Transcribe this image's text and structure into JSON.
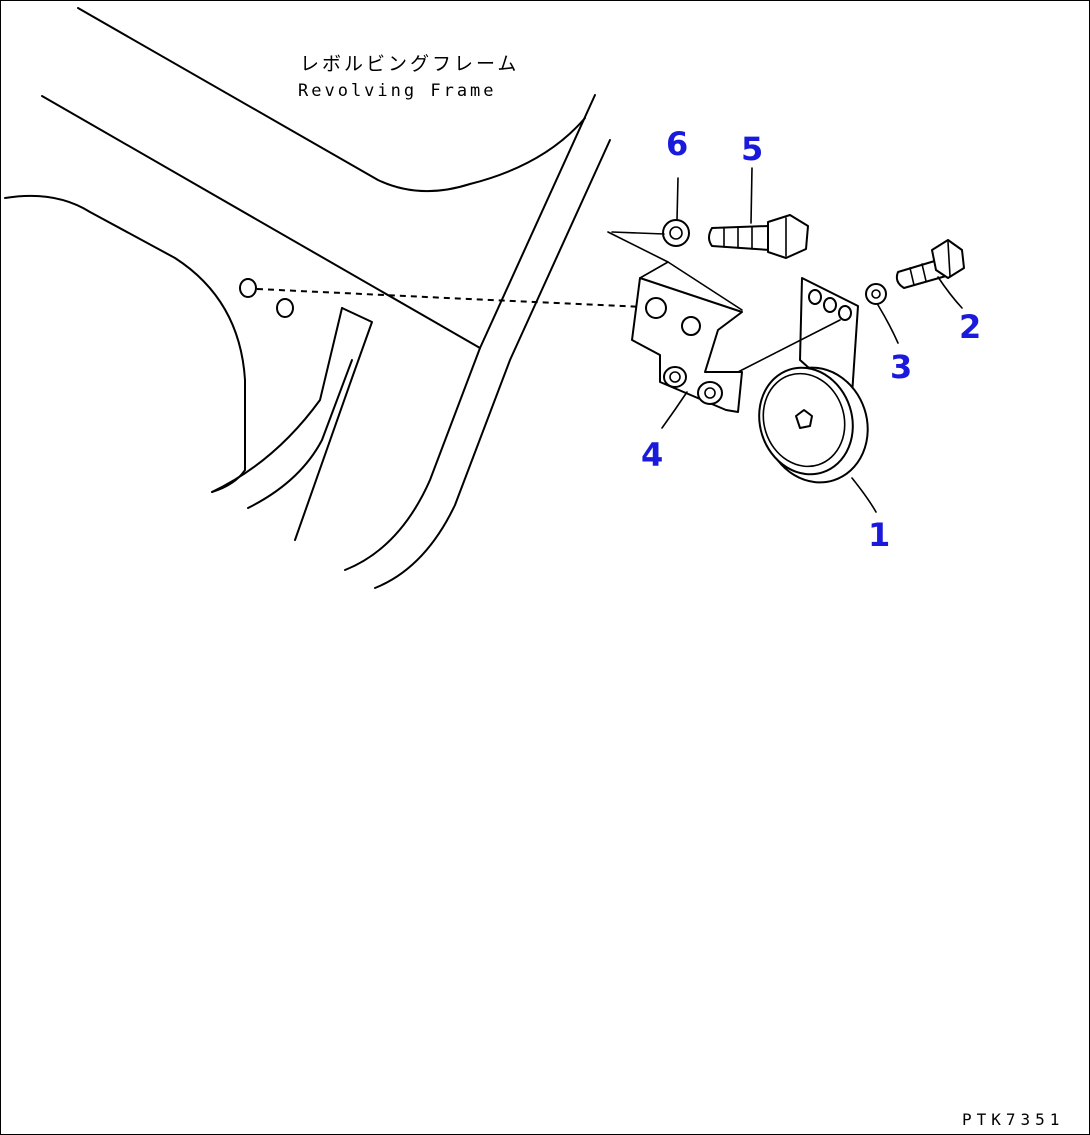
{
  "labels": {
    "frame_jp": "レボルビングフレーム",
    "frame_en": "Revolving Frame",
    "drawing_code": "PTK7351"
  },
  "callouts": {
    "c1": "1",
    "c2": "2",
    "c3": "3",
    "c4": "4",
    "c5": "5",
    "c6": "6"
  },
  "colors": {
    "line": "#000000",
    "callout": "#1a1adc",
    "background": "#ffffff"
  }
}
